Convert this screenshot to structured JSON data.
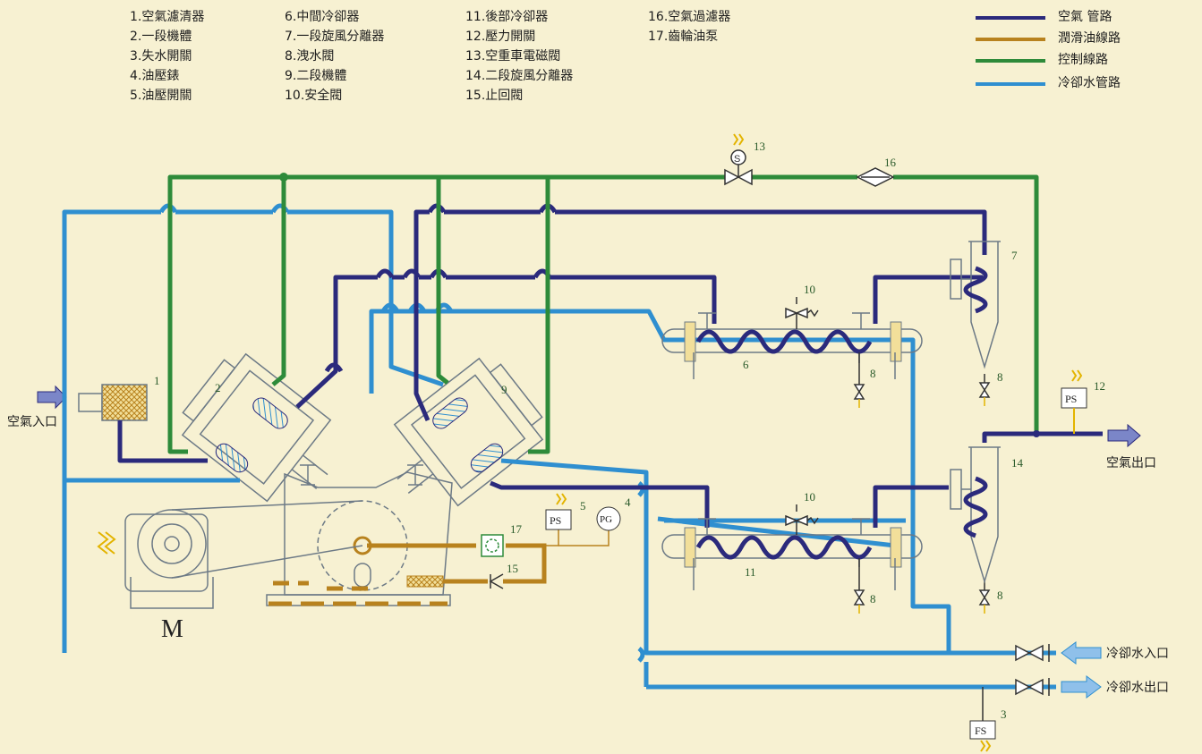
{
  "components": [
    "1.空氣濾清器",
    "2.一段機體",
    "3.失水開關",
    "4.油壓錶",
    "5.油壓開關",
    "6.中間冷卻器",
    "7.一段旋風分離器",
    "8.洩水閥",
    "9.二段機體",
    "10.安全閥",
    "11.後部冷卻器",
    "12.壓力開關",
    "13.空重車電磁閥",
    "14.二段旋風分離器",
    "15.止回閥",
    "16.空氣過濾器",
    "17.齒輪油泵"
  ],
  "legend": [
    {
      "label": "空氣 管路",
      "color": "#2b2a7c"
    },
    {
      "label": "潤滑油線路",
      "color": "#b8821e"
    },
    {
      "label": "控制線路",
      "color": "#2e8b3a"
    },
    {
      "label": "冷卻水管路",
      "color": "#2f8fd0"
    }
  ],
  "labels": {
    "air_in": "空氣入口",
    "air_out": "空氣出口",
    "water_in": "冷卻水入口",
    "water_out": "冷卻水出口",
    "motor": "M",
    "ps": "PS",
    "pg": "PG",
    "fs": "FS",
    "solenoid": "S",
    "n1": "1",
    "n2": "2",
    "n3": "3",
    "n4": "4",
    "n5": "5",
    "n6": "6",
    "n7": "7",
    "n8": "8",
    "n9": "9",
    "n10": "10",
    "n11": "11",
    "n12": "12",
    "n13": "13",
    "n14": "14",
    "n15": "15",
    "n16": "16",
    "n17": "17"
  },
  "colors": {
    "air": "#2b2a7c",
    "oil": "#b8821e",
    "control": "#2e8b3a",
    "water": "#2f8fd0",
    "equipment": "#6d7a86",
    "background": "#f7f1d2"
  }
}
